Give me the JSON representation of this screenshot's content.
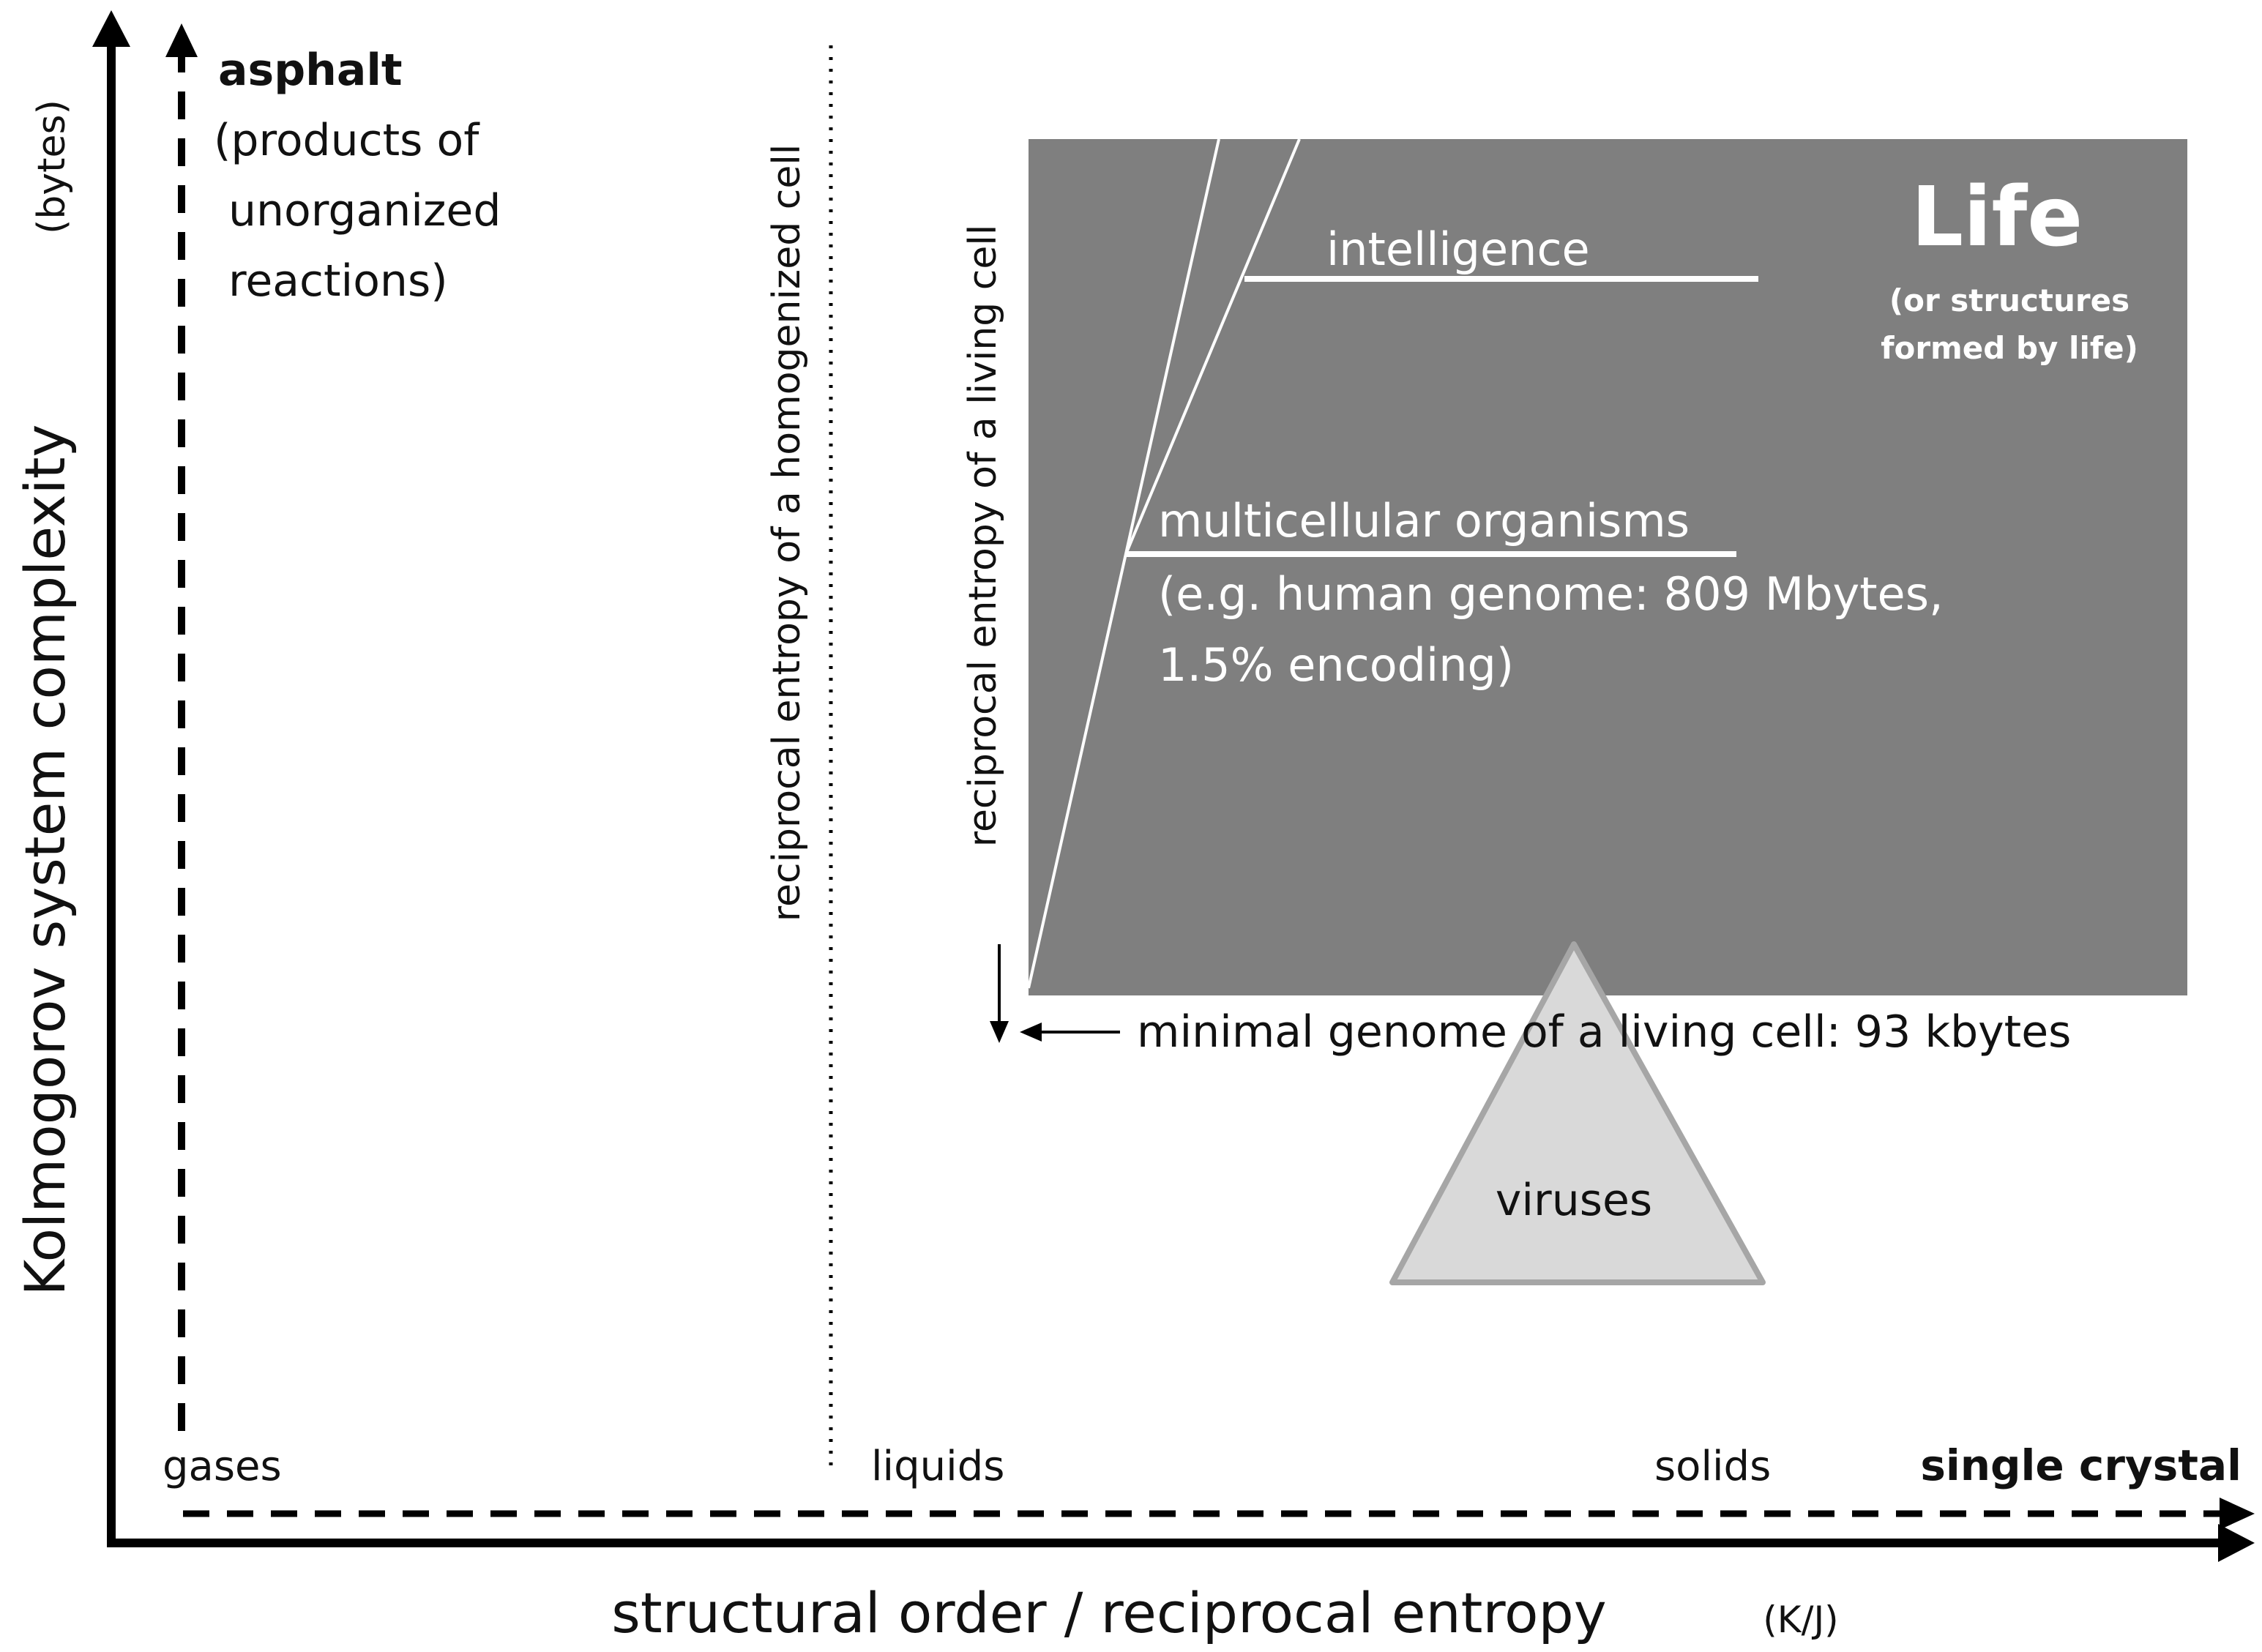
{
  "axes": {
    "y_label": "Kolmogorov system complexity",
    "y_unit": "(bytes)",
    "x_label": "structural order / reciprocal entropy",
    "x_unit": "(K/J)"
  },
  "states": {
    "gases": "gases",
    "liquids": "liquids",
    "solids": "solids",
    "single_crystal": "single crystal"
  },
  "asphalt": {
    "title": "asphalt",
    "line1": "(products of",
    "line2": "unorganized",
    "line3": "reactions)"
  },
  "homogenized_cell_label": "reciprocal entropy of a homogenized cell",
  "living_cell_label": "reciprocal entropy of a living cell",
  "life": {
    "title": "Life",
    "sub1": "(or structures",
    "sub2": "formed by life)"
  },
  "intelligence_label": "intelligence",
  "multicellular": {
    "line1": "multicellular organisms",
    "line2": "(e.g. human genome: 809 Mbytes,",
    "line3": "1.5% encoding)"
  },
  "minimal_genome_label": "minimal genome of a living cell: 93 kbytes",
  "viruses_label": "viruses",
  "colors": {
    "life_box": "#7f7f7f",
    "virus_fill": "#d9d9d9",
    "virus_stroke": "#a6a6a6",
    "ink": "#000000"
  }
}
